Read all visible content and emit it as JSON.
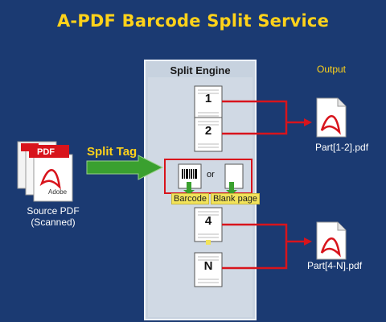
{
  "title": "A-PDF Barcode Split Service",
  "engine": {
    "title": "Split Engine",
    "pages": [
      "1",
      "2",
      "4",
      "N"
    ]
  },
  "output": {
    "label": "Output",
    "files": [
      "Part[1-2].pdf",
      "Part[4-N].pdf"
    ]
  },
  "source": {
    "label_line1": "Source PDF",
    "label_line2": "(Scanned)",
    "logo_text": "PDF",
    "brand_text": "Adobe"
  },
  "split_tag": {
    "label": "Split Tag",
    "or_text": "or",
    "option1": "Barcode",
    "option2": "Blank page"
  },
  "colors": {
    "background": "#1b3a72",
    "title": "#ffd21a",
    "connector": "#d8141c",
    "arrow": "#3aa02f",
    "engine_panel": "#c7d2df",
    "tag_label": "#f2e35a"
  }
}
